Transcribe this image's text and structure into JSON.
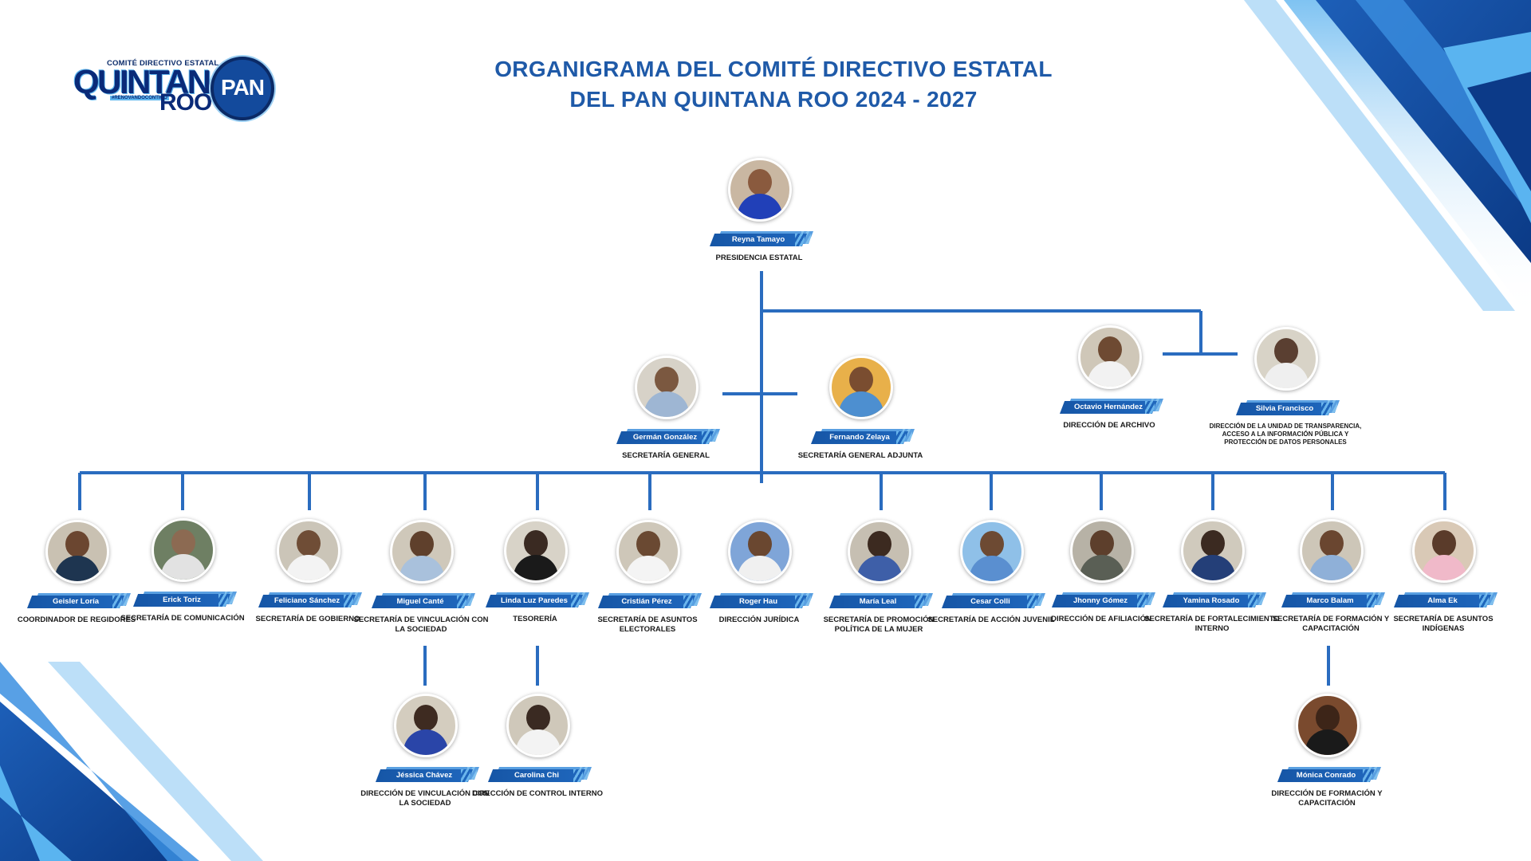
{
  "title": {
    "line1": "ORGANIGRAMA DEL COMITÉ DIRECTIVO ESTATAL",
    "line2": "DEL PAN QUINTANA ROO 2024 - 2027"
  },
  "logo": {
    "top_text": "COMITÉ DIRECTIVO ESTATAL",
    "word1": "QUINTANA",
    "word2": "ROO",
    "slogan": "#RENOVANDOCONTIGO",
    "badge": "PAN"
  },
  "colors": {
    "title": "#1f5aa8",
    "connector": "#2a6cbf",
    "name_bar": "#1656a6",
    "accent_light": "#5fb6ee",
    "navy": "#0a2a78"
  },
  "people": {
    "reyna": {
      "name": "Reyna Tamayo",
      "role": "PRESIDENCIA ESTATAL"
    },
    "german": {
      "name": "Germán González",
      "role": "SECRETARÍA GENERAL"
    },
    "fernando": {
      "name": "Fernando Zelaya",
      "role": "SECRETARÍA GENERAL ADJUNTA"
    },
    "octavio": {
      "name": "Octavio Hernández",
      "role": "DIRECCIÓN DE ARCHIVO"
    },
    "silvia": {
      "name": "Silvia Francisco",
      "role": "DIRECCIÓN DE LA UNIDAD DE TRANSPARENCIA, ACCESO A LA INFORMACIÓN PÚBLICA Y PROTECCIÓN DE DATOS PERSONALES"
    },
    "geisler": {
      "name": "Geisler Loría",
      "role": "COORDINADOR DE REGIDORES"
    },
    "erick": {
      "name": "Erick Toriz",
      "role": "SECRETARÍA DE COMUNICACIÓN"
    },
    "feliciano": {
      "name": "Feliciano Sánchez",
      "role": "SECRETARÍA DE GOBIERNO"
    },
    "miguel": {
      "name": "Miguel Canté",
      "role": "SECRETARÍA DE VINCULACIÓN CON LA SOCIEDAD"
    },
    "linda": {
      "name": "Linda Luz Paredes",
      "role": "TESORERÍA"
    },
    "cristian": {
      "name": "Cristián Pérez",
      "role": "SECRETARÍA DE ASUNTOS ELECTORALES"
    },
    "roger": {
      "name": "Roger Hau",
      "role": "DIRECCIÓN JURÍDICA"
    },
    "maria": {
      "name": "María Leal",
      "role": "SECRETARÍA DE PROMOCIÓN POLÍTICA DE LA MUJER"
    },
    "cesar": {
      "name": "Cesar Colli",
      "role": "SECRETARÍA DE ACCIÓN JUVENIL"
    },
    "jhonny": {
      "name": "Jhonny Gómez",
      "role": "DIRECCIÓN DE AFILIACIÓN"
    },
    "yamina": {
      "name": "Yamina Rosado",
      "role": "SECRETARÍA DE FORTALECIMIENTO INTERNO"
    },
    "marco": {
      "name": "Marco Balam",
      "role": "SECRETARÍA DE FORMACIÓN Y CAPACITACIÓN"
    },
    "alma": {
      "name": "Alma Ek",
      "role": "SECRETARÍA DE ASUNTOS INDÍGENAS"
    },
    "jessica": {
      "name": "Jéssica Chávez",
      "role": "DIRECCIÓN DE VINCULACIÓN CON LA SOCIEDAD"
    },
    "carolina": {
      "name": "Carolina Chi",
      "role": "DIRECCIÓN DE CONTROL INTERNO"
    },
    "monica": {
      "name": "Mónica Conrado",
      "role": "DIRECCIÓN DE FORMACIÓN Y CAPACITACIÓN"
    }
  }
}
